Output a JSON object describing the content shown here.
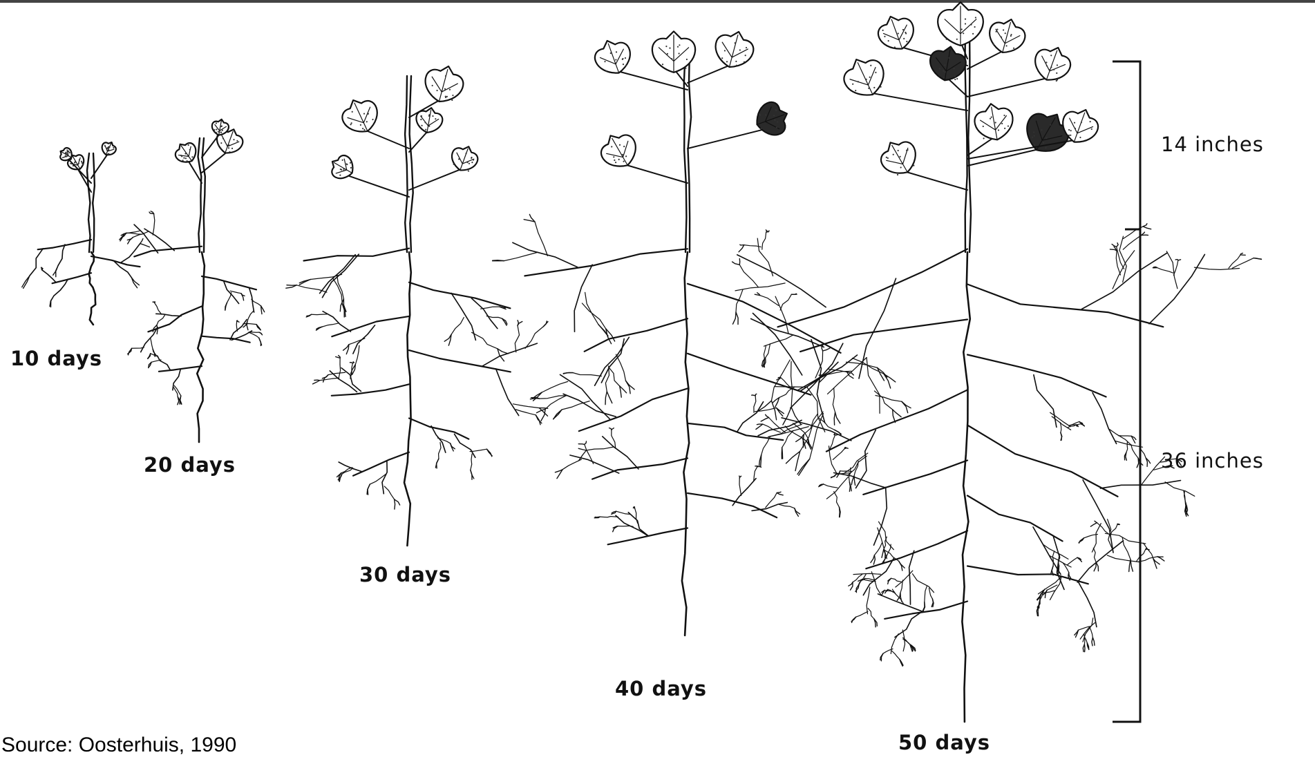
{
  "stages": [
    {
      "label": "10 days"
    },
    {
      "label": "20 days"
    },
    {
      "label": "30 days"
    },
    {
      "label": "40 days"
    },
    {
      "label": "50 days"
    }
  ],
  "dimensions": {
    "above_ground": "14 inches",
    "below_ground": "36 inches"
  },
  "source": "Source: Oosterhuis, 1990",
  "colors": {
    "ink": "#111111",
    "background": "#ffffff",
    "topbar": "#444444"
  }
}
